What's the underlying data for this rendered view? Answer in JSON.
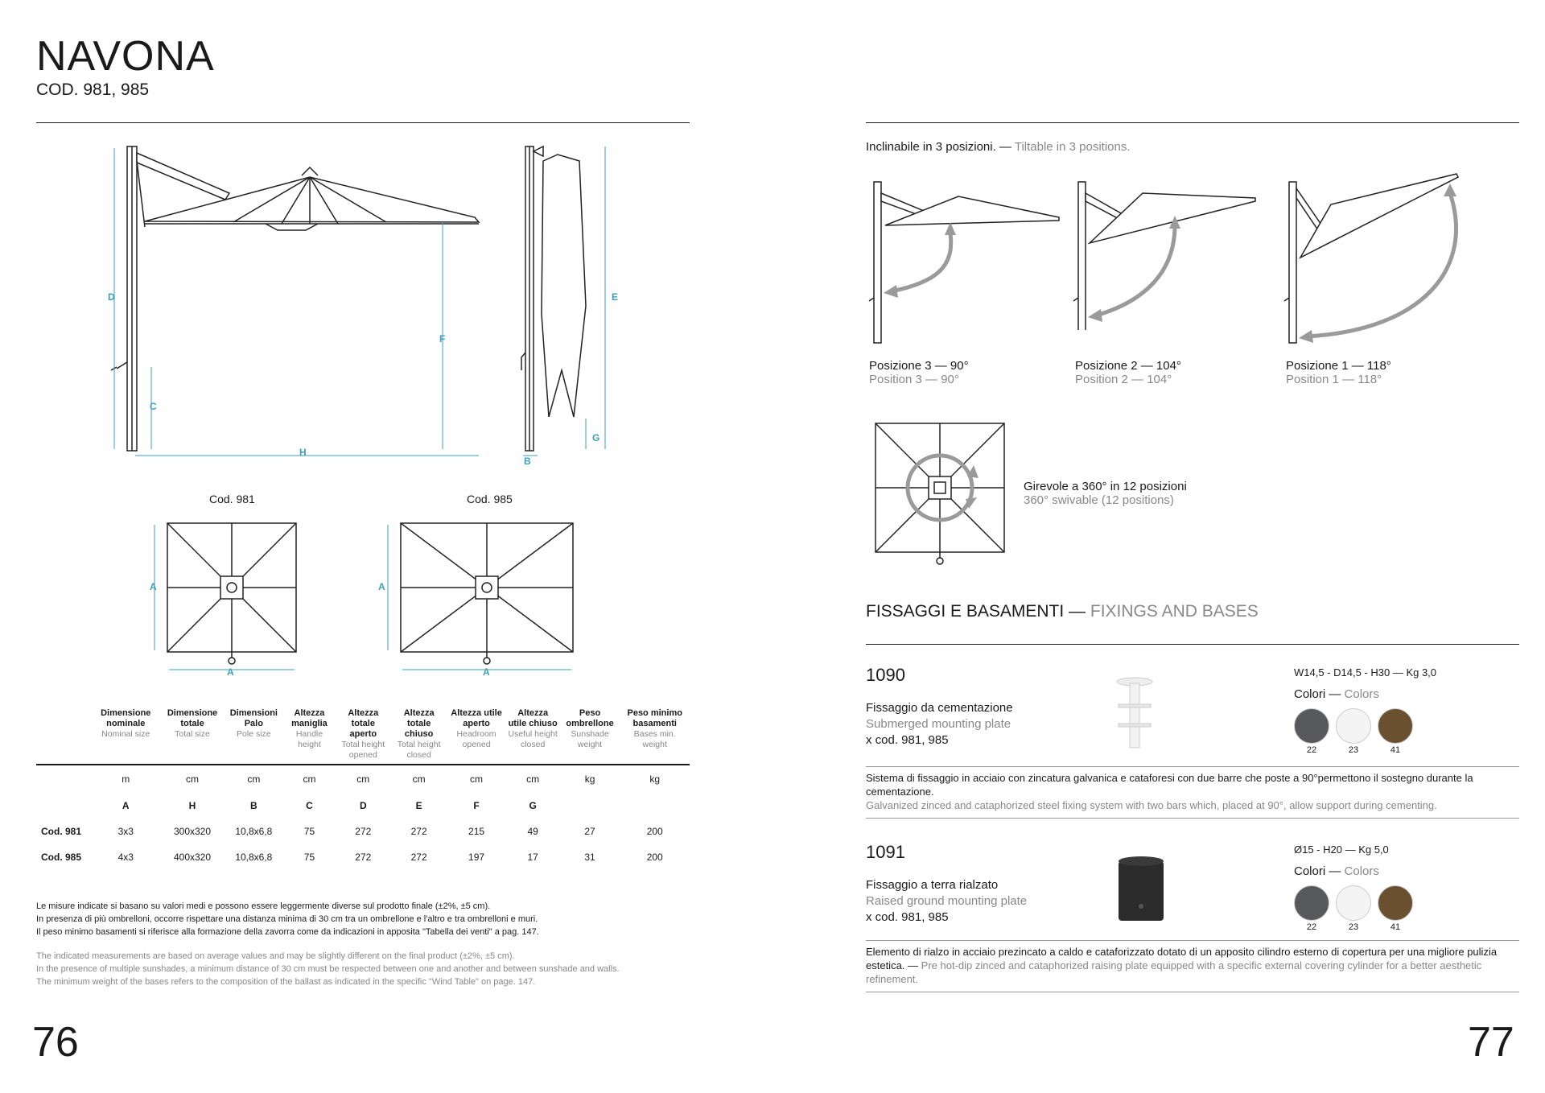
{
  "left": {
    "title": "NAVONA",
    "code": "COD. 981, 985",
    "dim_letters": {
      "D": "D",
      "C": "C",
      "F": "F",
      "E": "E",
      "H": "H",
      "B": "B",
      "G": "G",
      "A": "A"
    },
    "plan_981": "Cod. 981",
    "plan_985": "Cod. 985",
    "table": {
      "headers": [
        {
          "it": "Dimensione nominale",
          "en": "Nominal size"
        },
        {
          "it": "Dimensione totale",
          "en": "Total size"
        },
        {
          "it": "Dimensioni Palo",
          "en": "Pole size"
        },
        {
          "it": "Altezza maniglia",
          "en": "Handle height"
        },
        {
          "it": "Altezza totale aperto",
          "en": "Total height opened"
        },
        {
          "it": "Altezza totale chiuso",
          "en": "Total height closed"
        },
        {
          "it": "Altezza utile aperto",
          "en": "Headroom opened"
        },
        {
          "it": "Altezza utile chiuso",
          "en": "Useful height closed"
        },
        {
          "it": "Peso ombrellone",
          "en": "Sunshade weight"
        },
        {
          "it": "Peso minimo basamenti",
          "en": "Bases min. weight"
        }
      ],
      "units": [
        "m",
        "cm",
        "cm",
        "cm",
        "cm",
        "cm",
        "cm",
        "cm",
        "kg",
        "kg"
      ],
      "letters": [
        "A",
        "H",
        "B",
        "C",
        "D",
        "E",
        "F",
        "G",
        "",
        ""
      ],
      "rows": [
        {
          "label": "Cod. 981",
          "values": [
            "3x3",
            "300x320",
            "10,8x6,8",
            "75",
            "272",
            "272",
            "215",
            "49",
            "27",
            "200"
          ]
        },
        {
          "label": "Cod. 985",
          "values": [
            "4x3",
            "400x320",
            "10,8x6,8",
            "75",
            "272",
            "272",
            "197",
            "17",
            "31",
            "200"
          ]
        }
      ]
    },
    "notes_it": [
      "Le misure indicate si basano su valori medi e possono essere leggermente diverse sul prodotto finale (±2%, ±5 cm).",
      "In presenza di più ombrelloni, occorre rispettare una distanza minima di 30 cm tra un ombrellone e l'altro e tra ombrelloni e muri.",
      "Il peso minimo basamenti si riferisce alla formazione della zavorra come da indicazioni in apposita \"Tabella dei venti\" a pag. 147."
    ],
    "notes_en": [
      "The indicated measurements are based on average values and may be slightly different on the final product (±2%, ±5 cm).",
      "In the presence of multiple sunshades, a minimum distance of 30 cm must be respected between one and another and between sunshade and walls.",
      "The minimum weight of the bases refers to the composition of the ballast as indicated in the specific \"Wind Table\" on page. 147."
    ],
    "page_number": "76"
  },
  "right": {
    "tilt_it": "Inclinabile in 3 posizioni.",
    "tilt_en": "Tiltable in 3 positions.",
    "positions": [
      {
        "it": "Posizione 3 — 90°",
        "en": "Position 3 — 90°"
      },
      {
        "it": "Posizione 2 — 104°",
        "en": "Position 2 — 104°"
      },
      {
        "it": "Posizione 1 — 118°",
        "en": "Position 1 — 118°"
      }
    ],
    "swivel_it": "Girevole a 360° in 12 posizioni",
    "swivel_en": "360° swivable (12 positions)",
    "section_it": "FISSAGGI E BASAMENTI",
    "section_en": "FIXINGS AND BASES",
    "colors_it": "Colori",
    "colors_en": "Colors",
    "products": [
      {
        "code": "1090",
        "name_it": "Fissaggio da cementazione",
        "name_en": "Submerged mounting plate",
        "for": "x cod. 981, 985",
        "dims": "W14,5 - D14,5 - H30 — Kg 3,0",
        "swatches": [
          {
            "id": "22",
            "hex": "#58595b"
          },
          {
            "id": "23",
            "hex": "#f4f4f4"
          },
          {
            "id": "41",
            "hex": "#6b5030"
          }
        ],
        "desc_it": "Sistema di fissaggio in acciaio con zincatura galvanica e cataforesi con due barre che poste a 90°permettono il sostegno durante la cementazione.",
        "desc_en": "Galvanized zinced and cataphorized steel fixing system with two bars which, placed at 90°, allow support during cementing."
      },
      {
        "code": "1091",
        "name_it": "Fissaggio a terra rialzato",
        "name_en": "Raised ground mounting plate",
        "for": "x cod. 981, 985",
        "dims": "Ø15 - H20 — Kg 5,0",
        "swatches": [
          {
            "id": "22",
            "hex": "#58595b"
          },
          {
            "id": "23",
            "hex": "#f4f4f4"
          },
          {
            "id": "41",
            "hex": "#6b5030"
          }
        ],
        "desc_it": "Elemento di rialzo in acciaio prezincato a caldo e cataforizzato dotato di un apposito cilindro esterno di copertura per una migliore pulizia estetica.",
        "desc_en": "Pre hot-dip zinced and cataphorized raising plate equipped with a specific external covering cylinder for a better aesthetic refinement."
      }
    ],
    "page_number": "77"
  },
  "colors": {
    "accent_blue": "#3aa0c0",
    "arrow_gray": "#9a9a9a",
    "text": "#1a1a1a"
  }
}
